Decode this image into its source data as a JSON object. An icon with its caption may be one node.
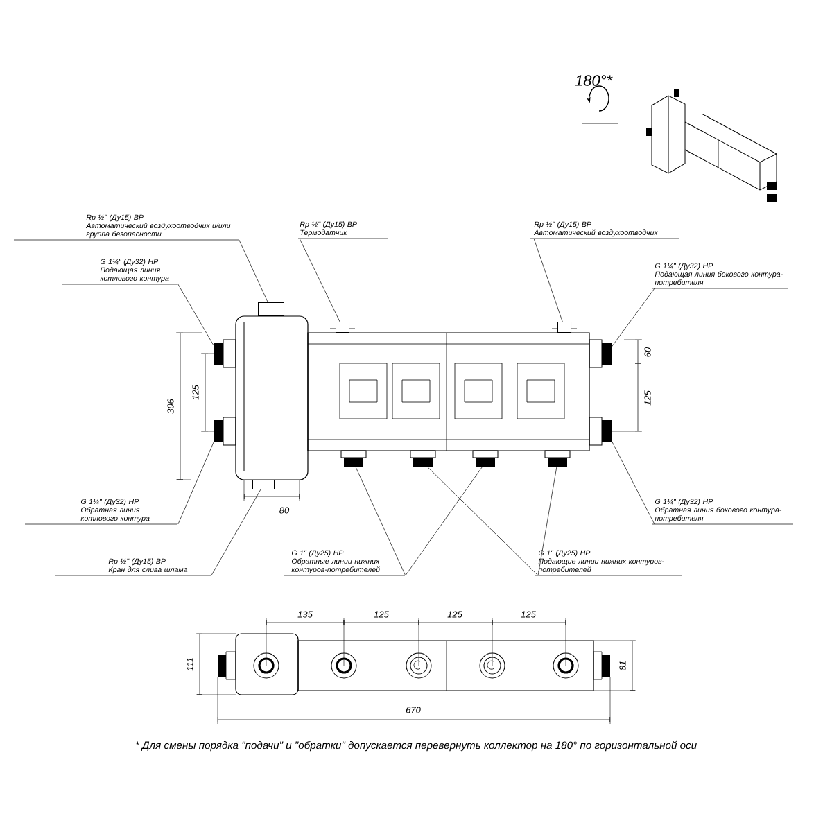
{
  "diagram": {
    "caption": "* Для смены порядка \"подачи\" и \"обратки\" допускается перевернуть коллектор на 180° по горизонтальной оси",
    "nodes": [
      {
        "text": [
          "Rp ½\" (Ду15) ВР",
          "Автоматический воздухоотводчик и/или группа безопасности"
        ]
      },
      {
        "text": [
          "Rp ½\" (Ду15) ВР",
          "Термодатчик"
        ]
      },
      {
        "text": [
          "Rp ½\" (Ду15) ВР",
          "Автоматический воздухоотводчик"
        ]
      },
      {
        "text": [
          "G 1¼\" (Ду32) НР",
          "Подающая линия котлового контура"
        ]
      },
      {
        "text": [
          "G 1¼\" (Ду32) НР",
          "Подающая линия бокового контура-потребителя"
        ]
      },
      {
        "text": [
          "G 1¼\" (Ду32) НР",
          "Обратная линия котлового контура"
        ]
      },
      {
        "text": [
          "G 1¼\" (Ду32) НР",
          "Обратная линия бокового контура-потребителя"
        ]
      },
      {
        "text": [
          "Rp ½\" (Ду15) ВР",
          "Кран для слива шлама"
        ]
      },
      {
        "text": [
          "G 1\" (Ду25) НР",
          "Обратные линии нижних контуров-потребителей"
        ]
      },
      {
        "text": [
          "G 1\" (Ду25) НР",
          "Подающие линии нижних контуров-потребителей"
        ]
      },
      {
        "text": [],
        "shape": "box"
      },
      {
        "text": [],
        "shape": "box"
      },
      {
        "text": [],
        "shape": "box"
      },
      {
        "text": [],
        "shape": "box"
      },
      {
        "text": [],
        "shape": "box"
      },
      {
        "text": [],
        "shape": "box"
      },
      {
        "text": [],
        "shape": "box"
      },
      {
        "text": [],
        "shape": "box"
      },
      {
        "text": [],
        "shape": "box"
      },
      {
        "text": [],
        "shape": "box"
      },
      {
        "text": [],
        "shape": "box"
      },
      {
        "text": [],
        "shape": "box"
      }
    ],
    "edges": [
      {
        "from": 0,
        "to": 10,
        "arrow": "none"
      },
      {
        "from": 1,
        "to": 11,
        "arrow": "none"
      },
      {
        "from": 2,
        "to": 12,
        "arrow": "none"
      },
      {
        "from": 3,
        "to": 13,
        "arrow": "none"
      },
      {
        "from": 4,
        "to": 15,
        "arrow": "none"
      },
      {
        "from": 5,
        "to": 14,
        "arrow": "none"
      },
      {
        "from": 6,
        "to": 16,
        "arrow": "none"
      },
      {
        "from": 7,
        "to": 17,
        "arrow": "none"
      },
      {
        "from": 8,
        "to": 18,
        "arrow": "none"
      },
      {
        "from": 8,
        "to": 20,
        "arrow": "none"
      },
      {
        "from": 9,
        "to": 19,
        "arrow": "none"
      },
      {
        "from": 9,
        "to": 21,
        "arrow": "none"
      }
    ],
    "labels": [
      "180°*",
      "306",
      "125",
      "60",
      "125",
      "80",
      "135",
      "125",
      "125",
      "125",
      "111",
      "81",
      "670"
    ]
  }
}
